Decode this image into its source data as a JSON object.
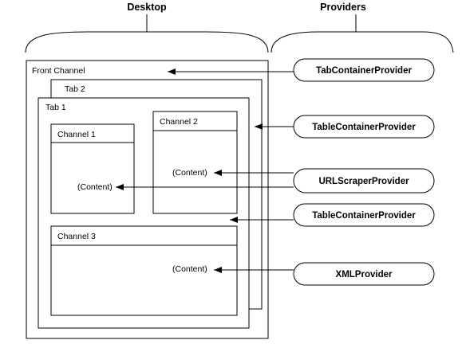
{
  "headers": {
    "desktop": "Desktop",
    "providers": "Providers"
  },
  "boxes": {
    "front_channel": "Front Channel",
    "tab2": "Tab 2",
    "tab1": "Tab 1",
    "channel1": "Channel 1",
    "channel2": "Channel 2",
    "channel3": "Channel 3"
  },
  "content_labels": {
    "channel1": "(Content)",
    "channel2": "(Content)",
    "channel3": "(Content)"
  },
  "providers": {
    "tab_container": "TabContainerProvider",
    "table_container_1": "TableContainerProvider",
    "url_scraper": "URLScraperProvider",
    "table_container_2": "TableContainerProvider",
    "xml": "XMLProvider"
  }
}
